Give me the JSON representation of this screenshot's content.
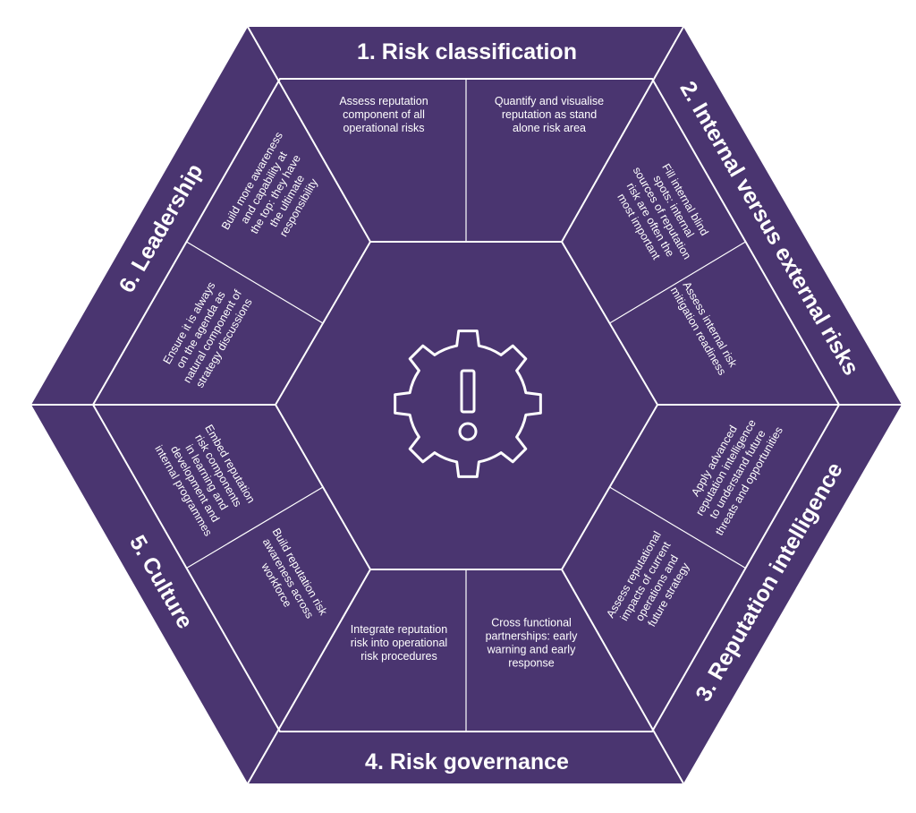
{
  "colors": {
    "background": "#ffffff",
    "hexagon_fill": "#4a3570",
    "lines": "#ffffff",
    "text": "#ffffff"
  },
  "center": {
    "icon": "gear-exclamation-icon"
  },
  "sections": [
    {
      "title": "1. Risk classification",
      "items": [
        [
          "Assess reputation",
          "component of all",
          "operational risks"
        ],
        [
          "Quantify and visualise",
          "reputation as stand",
          "alone risk area"
        ]
      ]
    },
    {
      "title": "2. Internal versus external risks",
      "items": [
        [
          "Fill internal blind",
          "spots: internal",
          "sources of reputation",
          "risk are often the",
          "most important"
        ],
        [
          "Assess internal risk",
          "mitigation readiness"
        ]
      ]
    },
    {
      "title": "3. Reputation intelligence",
      "items": [
        [
          "Apply advanced",
          "reputation intelligence",
          "to understand future",
          "threats and opportunities"
        ],
        [
          "Assess reputational",
          "impacts of current",
          "operations and",
          "future strategy"
        ]
      ]
    },
    {
      "title": "4. Risk governance",
      "items": [
        [
          "Cross functional",
          "partnerships: early",
          "warning and early",
          "response"
        ],
        [
          "Integrate reputation",
          "risk into operational",
          "risk procedures"
        ]
      ]
    },
    {
      "title": "5. Culture",
      "items": [
        [
          "Build reputation risk",
          "awareness across",
          "workforce"
        ],
        [
          "Embed reputation",
          "risk components",
          "in learning and",
          "development and",
          "internal programmes"
        ]
      ]
    },
    {
      "title": "6. Leadership",
      "items": [
        [
          "Ensure it is always",
          "on the agenda as",
          "natural component of",
          "strategy discussions"
        ],
        [
          "Build more awareness",
          "and capability at",
          "the top: they have",
          "the ultimate",
          "responsibility"
        ]
      ]
    }
  ]
}
